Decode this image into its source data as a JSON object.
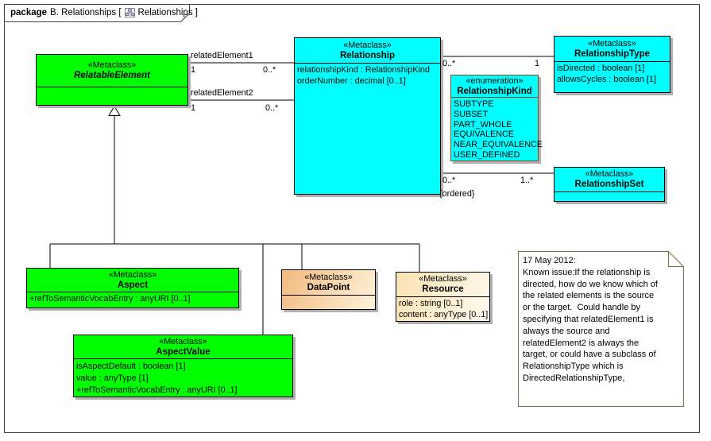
{
  "tab": {
    "keyword": "package",
    "context": "B. Relationships [",
    "diagram": "Relationships ]"
  },
  "classes": {
    "relatable_element": {
      "stereotype": "«Metaclass»",
      "name": "RelatableElement"
    },
    "relationship": {
      "stereotype": "«Metaclass»",
      "name": "Relationship",
      "attributes": [
        "relationshipKind : RelationshipKind",
        "orderNumber : decimal [0..1]"
      ]
    },
    "relationship_kind": {
      "stereotype": "«enumeration»",
      "name": "RelationshipKind",
      "literals": [
        "SUBTYPE",
        "SUBSET",
        "PART_WHOLE",
        "EQUIVALENCE",
        "NEAR_EQUIVALENCE",
        "USER_DEFINED"
      ]
    },
    "relationship_type": {
      "stereotype": "«Metaclass»",
      "name": "RelationshipType",
      "attributes": [
        "isDirected : boolean [1]",
        "allowsCycles : boolean [1]"
      ]
    },
    "relationship_set": {
      "stereotype": "«Metaclass»",
      "name": "RelationshipSet"
    },
    "aspect": {
      "stereotype": "«Metaclass»",
      "name": "Aspect",
      "attributes": [
        "+refToSemanticVocabEntry : anyURI [0..1]"
      ]
    },
    "data_point": {
      "stereotype": "«Metaclass»",
      "name": "DataPoint"
    },
    "resource": {
      "stereotype": "«Metaclass»",
      "name": "Resource",
      "attributes": [
        "role : string [0..1]",
        "content : anyType [0..1]"
      ]
    },
    "aspect_value": {
      "stereotype": "«Metaclass»",
      "name": "AspectValue",
      "attributes": [
        "isAspectDefault : boolean [1]",
        "value : anyType [1]",
        "+refToSemanticVocabEntry : anyURI [0..1]"
      ]
    }
  },
  "associations": {
    "related_element1": {
      "name": "relatedElement1",
      "source_multiplicity": "1",
      "target_multiplicity": "0..*"
    },
    "related_element2": {
      "name": "relatedElement2",
      "source_multiplicity": "1",
      "target_multiplicity": "0..*"
    },
    "relationship_to_type": {
      "source_multiplicity": "0..*",
      "target_multiplicity": "1"
    },
    "relationship_to_set": {
      "source_multiplicity": "0..*",
      "target_multiplicity": "1..*",
      "constraint": "{ordered}"
    }
  },
  "note": {
    "text": "17 May 2012:\nKnown issue:If the relationship is\ndirected, how do we know which of\nthe related elements is the source\nor the target.  Could handle by\nspecifying that relatedElement1 is\nalways the source and\nrelatedElement2 is always the\ntarget, or could have a subclass of\nRelationshipType which is\nDirectedRelationshipType,"
  },
  "colors": {
    "class-green": "#00ff00",
    "class-cyan": "#00ffff",
    "datapoint-from": "#f3b97e",
    "datapoint-to": "#fdf3da",
    "resource-from": "#fbe2b0",
    "resource-to": "#fefaf0",
    "enum-border": "#8a4a1e",
    "note-border": "#7c7342",
    "shadow": "#b0b0b0",
    "line": "#000000"
  }
}
